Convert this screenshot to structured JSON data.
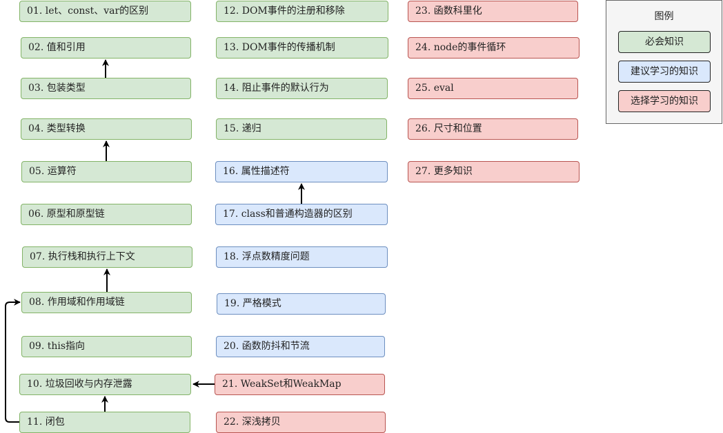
{
  "nodes": {
    "n01": "01. let、const、var的区别",
    "n02": "02. 值和引用",
    "n03": "03. 包装类型",
    "n04": "04. 类型转换",
    "n05": "05. 运算符",
    "n06": "06. 原型和原型链",
    "n07": "07. 执行栈和执行上下文",
    "n08": "08. 作用域和作用域链",
    "n09": "09. this指向",
    "n10": "10. 垃圾回收与内存泄露",
    "n11": "11. 闭包",
    "n12": "12. DOM事件的注册和移除",
    "n13": "13. DOM事件的传播机制",
    "n14": "14. 阻止事件的默认行为",
    "n15": "15. 递归",
    "n16": "16. 属性描述符",
    "n17": "17. class和普通构造器的区别",
    "n18": "18. 浮点数精度问题",
    "n19": "19. 严格模式",
    "n20": "20. 函数防抖和节流",
    "n21": "21. WeakSet和WeakMap",
    "n22": "22. 深浅拷贝",
    "n23": "23. 函数科里化",
    "n24": "24. node的事件循环",
    "n25": "25. eval",
    "n26": "26. 尺寸和位置",
    "n27": "27. 更多知识"
  },
  "legend": {
    "title": "图例",
    "required": "必会知识",
    "suggested": "建议学习的知识",
    "optional": "选择学习的知识"
  },
  "colors": {
    "required_fill": "#d5e8d4",
    "required_border": "#82b366",
    "suggested_fill": "#dae8fc",
    "suggested_border": "#6c8ebf",
    "optional_fill": "#f8cecc",
    "optional_border": "#b85450"
  }
}
